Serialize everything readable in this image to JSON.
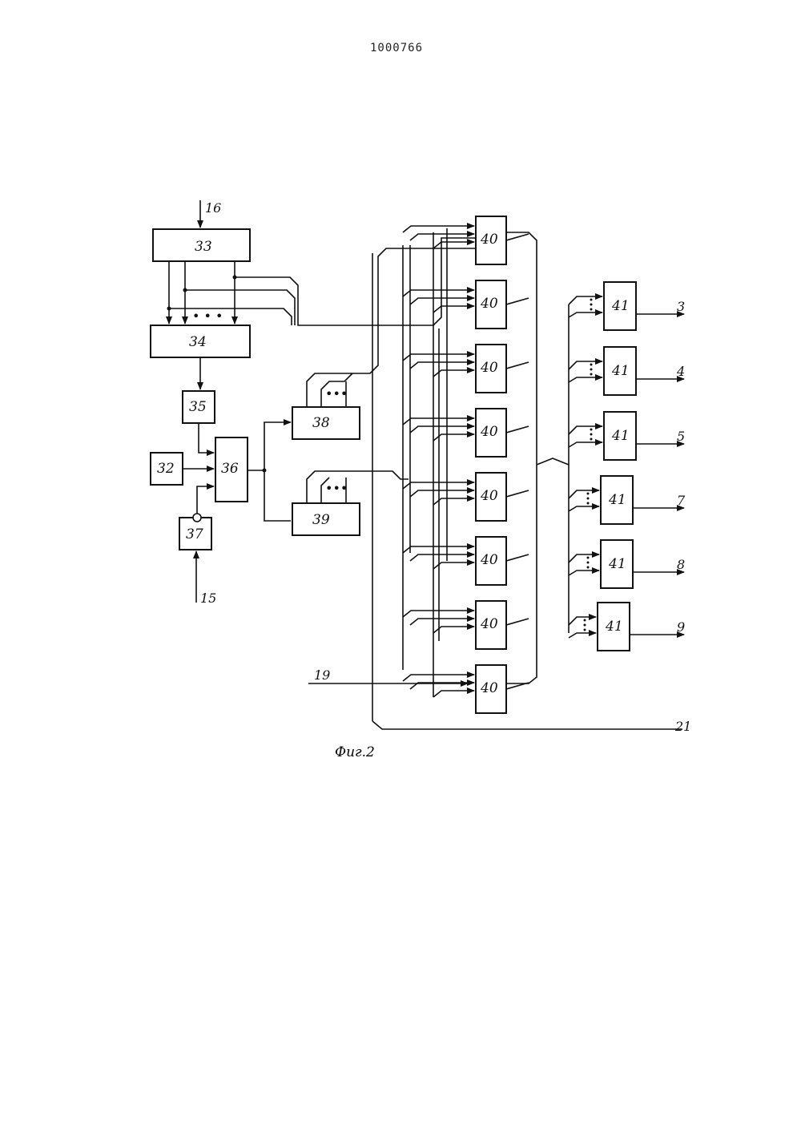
{
  "header": {
    "patent_number": "1000766"
  },
  "figure": {
    "caption": "Фиг.2"
  },
  "blocks": {
    "b33": "33",
    "b34": "34",
    "b35": "35",
    "b32": "32",
    "b36": "36",
    "b37": "37",
    "b38": "38",
    "b39": "39",
    "b40": [
      "40",
      "40",
      "40",
      "40",
      "40",
      "40",
      "40",
      "40"
    ],
    "b41": [
      "41",
      "41",
      "41",
      "41",
      "41",
      "41"
    ]
  },
  "terminals": {
    "in16": "16",
    "in15": "15",
    "in19": "19",
    "out21": "21",
    "outs": [
      "3",
      "4",
      "5",
      "7",
      "8",
      "9"
    ]
  },
  "colors": {
    "ink": "#111111",
    "paper": "#ffffff"
  }
}
